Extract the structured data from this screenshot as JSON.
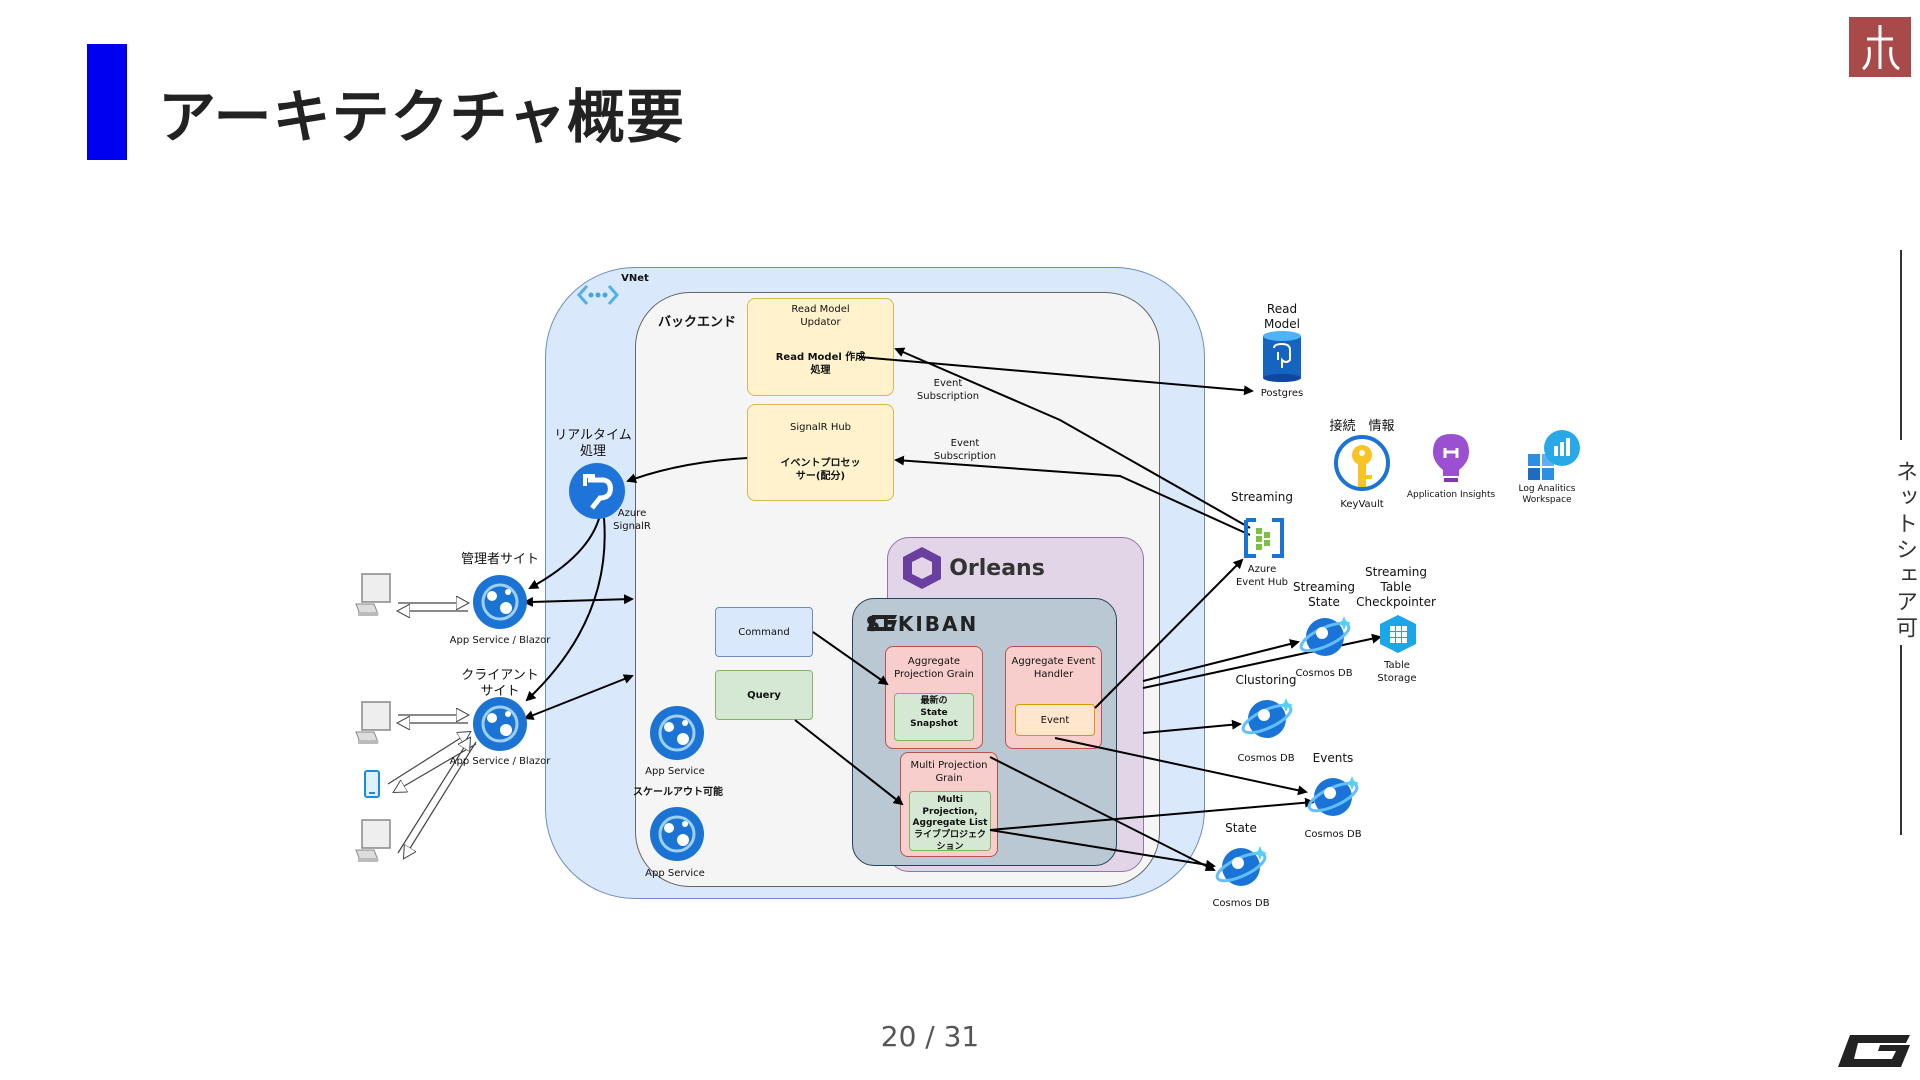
{
  "page": {
    "title": "アーキテクチャ概要",
    "side_label": "ネットシェア可",
    "page_number": "20 / 31"
  },
  "colors": {
    "accent": "#0000f0",
    "vnet_bg": "#dae8fc",
    "backend_bg": "#f5f5f5",
    "orleans_bg": "#e1d5e7",
    "sekiban_bg": "#bac8d3",
    "yellow_box": "#fff2cc",
    "blue_box": "#dae8fc",
    "green_box": "#d5e8d4",
    "red_box": "#f8cecc"
  },
  "diagram": {
    "vnet_label": "VNet",
    "backend_label": "バックエンド",
    "orleans_label": "Orleans",
    "sekiban_label": "SEKIBAN",
    "read_model_updator": {
      "title": "Read Model\nUpdator",
      "body": "Read Model 作成\n処理"
    },
    "signalr_hub": {
      "title": "SignalR Hub",
      "body": "イベントプロセッ\nサー(配分)"
    },
    "command": "Command",
    "query": "Query",
    "aggregate_projection_grain": {
      "title": "Aggregate\nProjection Grain",
      "inner": "最新の\nState\nSnapshot"
    },
    "aggregate_event_handler": {
      "title": "Aggregate Event\nHandler",
      "inner": "Event"
    },
    "multi_projection_grain": {
      "title": "Multi Projection\nGrain",
      "inner": "Multi Projection,\nAggregate List\nライブプロジェク\nション"
    },
    "app_service_1": "App Service",
    "scale_out": "スケールアウト可能",
    "app_service_2": "App Service",
    "realtime_label": "リアルタイム\n処理",
    "azure_signalr": "Azure\nSignalR",
    "admin_site": "管理者サイト",
    "admin_app": "App Service / Blazor",
    "client_site": "クライアント\nサイト",
    "client_app": "App Service / Blazor",
    "event_subscription_1": "Event\nSubscription",
    "event_subscription_2": "Event\nSubscription",
    "read_model": "Read\nModel",
    "postgres": "Postgres",
    "connection_info": "接続　情報",
    "keyvault": "KeyVault",
    "app_insights": "Application Insights",
    "log_analytics": "Log Analitics\nWorkspace",
    "streaming": "Streaming",
    "event_hub": "Azure\nEvent Hub",
    "streaming_state": "Streaming\nState",
    "cosmos_1": "Cosmos DB",
    "streaming_table": "Streaming\nTable\nCheckpointer",
    "table_storage": "Table\nStorage",
    "clustering": "Clustoring",
    "cosmos_2": "Cosmos DB",
    "events": "Events",
    "cosmos_3": "Cosmos DB",
    "state": "State",
    "cosmos_4": "Cosmos DB",
    "icons": [
      "vnet-icon",
      "signalr-icon",
      "app-service-icon",
      "desktop-icon",
      "mobile-icon",
      "postgres-icon",
      "keyvault-icon",
      "app-insights-icon",
      "log-analytics-icon",
      "event-hub-icon",
      "cosmos-db-icon",
      "table-storage-icon",
      "orleans-logo-icon",
      "sekiban-logo-icon"
    ]
  }
}
